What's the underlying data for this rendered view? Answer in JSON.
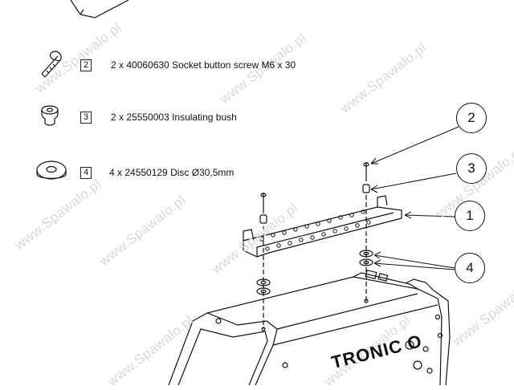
{
  "parts": [
    {
      "number": "2",
      "text": "2 x 40060630 Socket button screw M6 x 30",
      "icon": "socket-button-screw-icon"
    },
    {
      "number": "3",
      "text": "2 x 25550003 Insulating bush",
      "icon": "insulating-bush-icon"
    },
    {
      "number": "4",
      "text": "4 x 24550129 Disc Ø30,5mm",
      "icon": "disc-washer-icon"
    }
  ],
  "callouts": [
    "2",
    "3",
    "1",
    "4"
  ],
  "watermark": "www.Spawalo.pl",
  "brand_text": "TRONIC O"
}
